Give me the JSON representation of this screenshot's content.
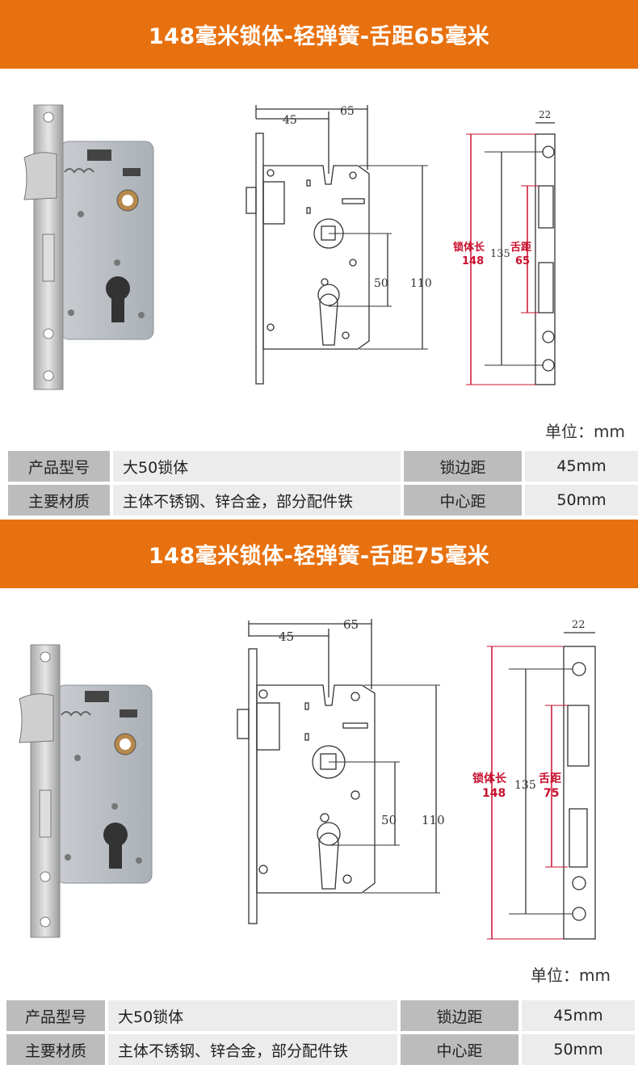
{
  "sections": [
    {
      "title": "148毫米锁体-轻弹簧-舌距65毫米",
      "dims": {
        "d45": "45",
        "d65": "65",
        "d50": "50",
        "d110": "110",
        "d22": "22",
        "d135": "135",
        "body_len_label": "锁体长",
        "body_len_value": "148",
        "tongue_label": "舌距",
        "tongue_value": "65"
      },
      "unit": "单位：mm",
      "spec": {
        "model_label": "产品型号",
        "model_value": "大50锁体",
        "backset_label": "锁边距",
        "backset_value": "45mm",
        "material_label": "主要材质",
        "material_value": "主体不锈钢、锌合金，部分配件铁",
        "center_label": "中心距",
        "center_value": "50mm"
      }
    },
    {
      "title": "148毫米锁体-轻弹簧-舌距75毫米",
      "dims": {
        "d45": "45",
        "d65": "65",
        "d50": "50",
        "d110": "110",
        "d22": "22",
        "d135": "135",
        "body_len_label": "锁体长",
        "body_len_value": "148",
        "tongue_label": "舌距",
        "tongue_value": "75"
      },
      "unit": "单位：mm",
      "spec": {
        "model_label": "产品型号",
        "model_value": "大50锁体",
        "backset_label": "锁边距",
        "backset_value": "45mm",
        "material_label": "主要材质",
        "material_value": "主体不锈钢、锌合金，部分配件铁",
        "center_label": "中心距",
        "center_value": "50mm"
      }
    }
  ],
  "colors": {
    "banner": "#e8710f",
    "dim_red": "#c8102e",
    "table_head": "#bcbcbc",
    "table_val": "#ececec"
  }
}
